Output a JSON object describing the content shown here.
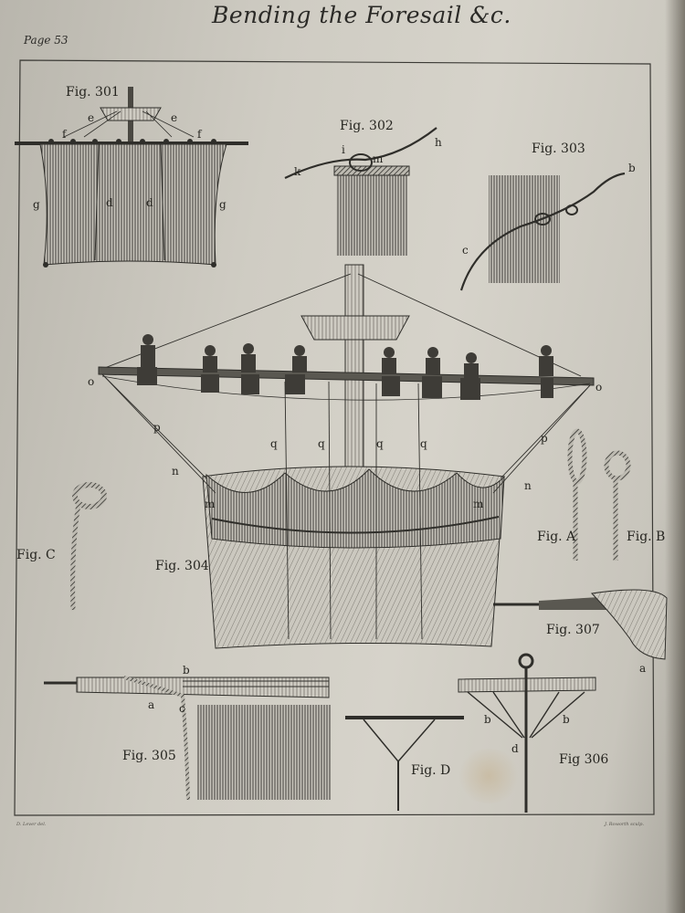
{
  "header": {
    "title": "Bending the Foresail &c.",
    "page_number": "Page 53"
  },
  "figures": {
    "fig301": "Fig. 301",
    "fig302": "Fig. 302",
    "fig303": "Fig. 303",
    "fig304": "Fig. 304",
    "fig305": "Fig. 305",
    "fig306": "Fig 306",
    "fig307": "Fig. 307",
    "figA": "Fig. A",
    "figB": "Fig. B",
    "figC": "Fig. C",
    "figD": "Fig. D"
  },
  "letters": {
    "e": "e",
    "f": "f",
    "g": "g",
    "d": "d",
    "h": "h",
    "i": "i",
    "k": "k",
    "m": "m",
    "b": "b",
    "c": "c",
    "o": "o",
    "p": "p",
    "q": "q",
    "n": "n",
    "a": "a"
  },
  "credits": {
    "left": "D. Lever del.",
    "right": "J. Roworth sculp."
  }
}
